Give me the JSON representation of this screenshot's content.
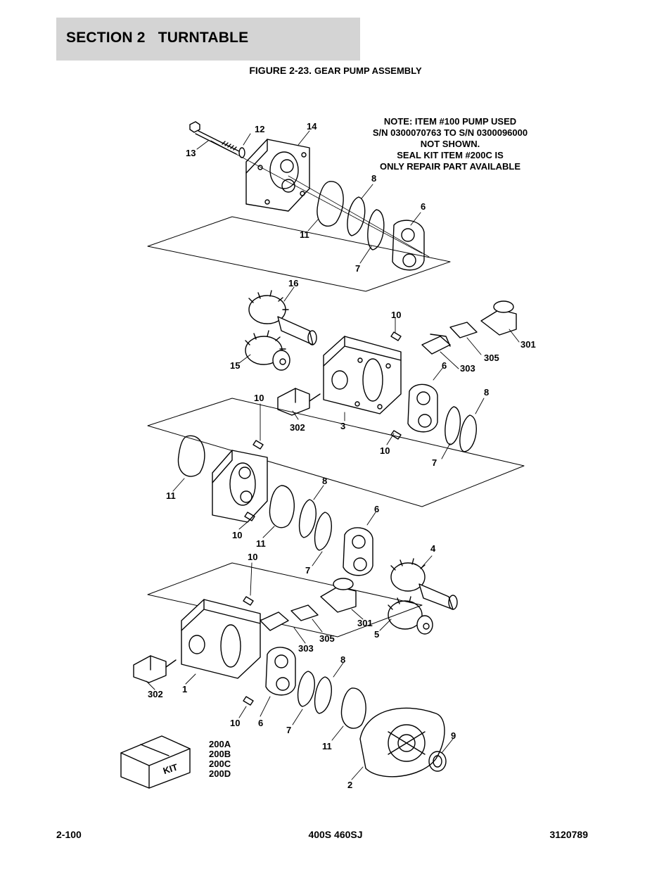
{
  "header": {
    "section_title": "SECTION 2   TURNTABLE",
    "figure_number": "FIGURE 2-23.",
    "figure_name": "GEAR PUMP ASSEMBLY"
  },
  "note": {
    "lines": [
      "NOTE:  ITEM #100 PUMP USED",
      "S/N 0300070763 TO S/N 0300096000",
      "NOT SHOWN.",
      "SEAL KIT ITEM #200C IS",
      "ONLY REPAIR PART AVAILABLE"
    ]
  },
  "callouts": {
    "c13": "13",
    "c12": "12",
    "c14": "14",
    "c8a": "8",
    "c6a": "6",
    "c11a": "11",
    "c7a": "7",
    "c16": "16",
    "c10a": "10",
    "c301a": "301",
    "c15": "15",
    "c303a": "303",
    "c305a": "305",
    "c6b": "6",
    "c8b": "8",
    "c10b": "10",
    "c302a": "302",
    "c3": "3",
    "c10c": "10",
    "c7b": "7",
    "c11b": "11",
    "c8c": "8",
    "c10d": "10",
    "c11c": "11",
    "c6c": "6",
    "c7c": "7",
    "c4": "4",
    "c10e": "10",
    "c301b": "301",
    "c5": "5",
    "c303b": "303",
    "c305b": "305",
    "c8d": "8",
    "c302b": "302",
    "c1": "1",
    "c10f": "10",
    "c6d": "6",
    "c7d": "7",
    "c11d": "11",
    "c9": "9",
    "c2": "2"
  },
  "kit": {
    "box_label": "KIT",
    "items": [
      "200A",
      "200B",
      "200C",
      "200D"
    ]
  },
  "footer": {
    "page_number": "2-100",
    "model": "400S 460SJ",
    "doc_number": "3120789"
  }
}
